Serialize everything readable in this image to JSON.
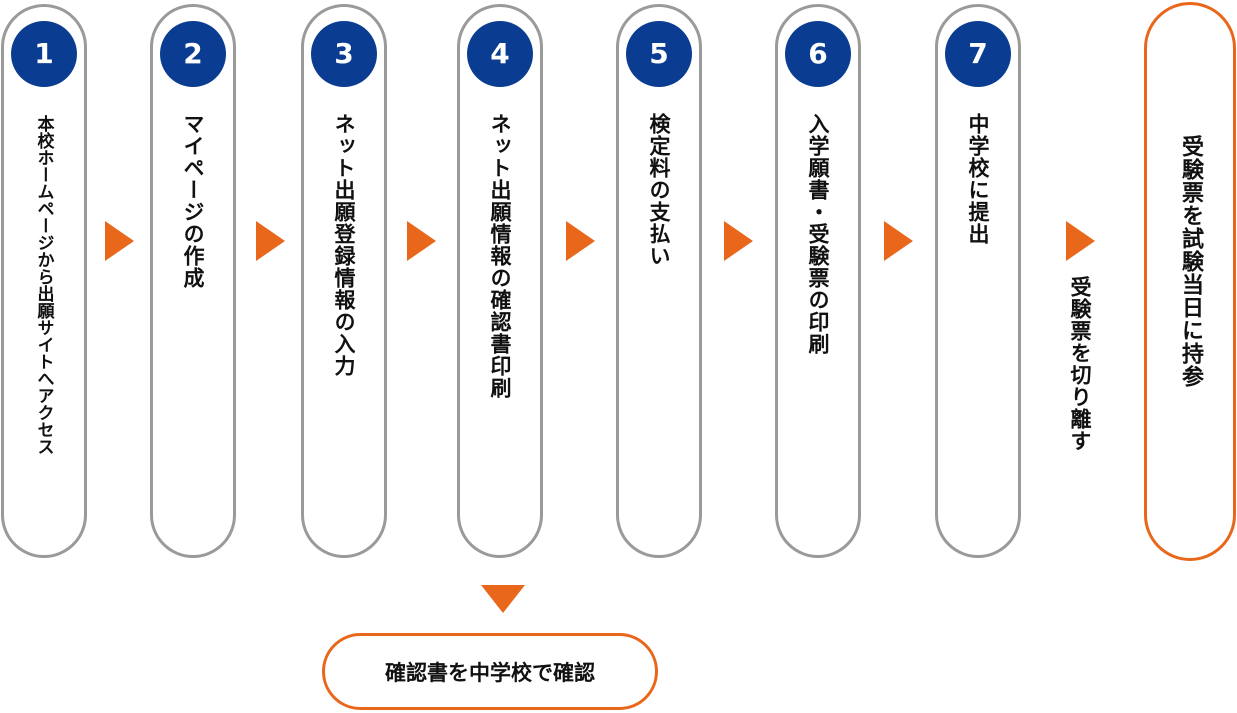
{
  "steps": [
    {
      "number": "1",
      "label": "本校ホームページから出願サイトへアクセス"
    },
    {
      "number": "2",
      "label": "マイページの作成"
    },
    {
      "number": "3",
      "label": "ネット出願登録情報の入力"
    },
    {
      "number": "4",
      "label": "ネット出願情報の確認書印刷"
    },
    {
      "number": "5",
      "label": "検定料の支払い"
    },
    {
      "number": "6",
      "label": "入学願書・受験票の印刷"
    },
    {
      "number": "7",
      "label": "中学校に提出"
    }
  ],
  "after_step7_label": "受験票を切り離す",
  "final_label": "受験票を試験当日に持参",
  "branch_label": "確認書を中学校で確認",
  "colors": {
    "accent": "#e8671a",
    "number_badge": "#0a3d91",
    "step_border": "#9a9a9a"
  }
}
